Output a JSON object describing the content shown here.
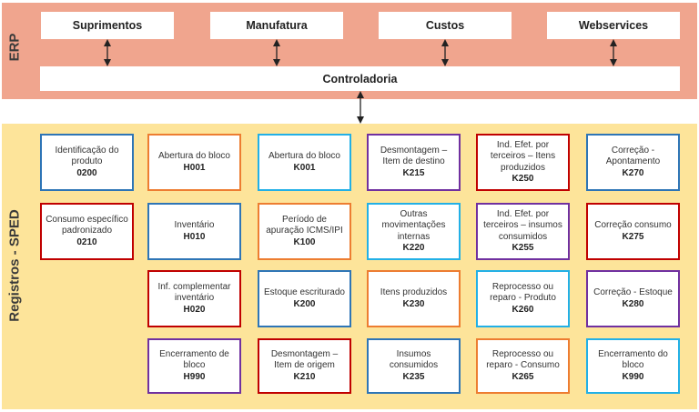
{
  "erp": {
    "label": "ERP",
    "modules": [
      "Suprimentos",
      "Manufatura",
      "Custos",
      "Webservices"
    ],
    "controladoria": "Controladoria"
  },
  "sped": {
    "label": "Registros - SPED",
    "colors": {
      "blue": "#2e75b6",
      "orange": "#ed7d31",
      "cyan": "#22b0e6",
      "purple": "#7030a0",
      "red": "#c00000",
      "band_erp": "#f0a58e",
      "band_sped": "#fde49a"
    },
    "boxes": [
      {
        "title": "Identificação do produto",
        "code": "0200",
        "color": "blue"
      },
      {
        "title": "Abertura do bloco",
        "code": "H001",
        "color": "orange"
      },
      {
        "title": "Abertura do bloco",
        "code": "K001",
        "color": "cyan"
      },
      {
        "title": "Desmontagem – Item de destino",
        "code": "K215",
        "color": "purple"
      },
      {
        "title": "Ind. Efet. por terceiros – Itens produzidos",
        "code": "K250",
        "color": "red"
      },
      {
        "title": "Correção - Apontamento",
        "code": "K270",
        "color": "blue"
      },
      {
        "title": "Consumo específico padronizado",
        "code": "0210",
        "color": "red"
      },
      {
        "title": "Inventário",
        "code": "H010",
        "color": "blue"
      },
      {
        "title": "Período de apuração ICMS/IPI",
        "code": "K100",
        "color": "orange"
      },
      {
        "title": "Outras movimentações internas",
        "code": "K220",
        "color": "cyan"
      },
      {
        "title": "Ind. Efet. por terceiros – insumos consumidos",
        "code": "K255",
        "color": "purple"
      },
      {
        "title": "Correção consumo",
        "code": "K275",
        "color": "red"
      },
      {
        "title": "Inf. complementar inventário",
        "code": "H020",
        "color": "red"
      },
      {
        "title": "Estoque escriturado",
        "code": "K200",
        "color": "blue"
      },
      {
        "title": "Itens produzidos",
        "code": "K230",
        "color": "orange"
      },
      {
        "title": "Reprocesso ou reparo - Produto",
        "code": "K260",
        "color": "cyan"
      },
      {
        "title": "Correção - Estoque",
        "code": "K280",
        "color": "purple"
      },
      {
        "title": "Encerramento de bloco",
        "code": "H990",
        "color": "purple"
      },
      {
        "title": "Desmontagem – Item de origem",
        "code": "K210",
        "color": "red"
      },
      {
        "title": "Insumos consumidos",
        "code": "K235",
        "color": "blue"
      },
      {
        "title": "Reprocesso ou reparo - Consumo",
        "code": "K265",
        "color": "orange"
      },
      {
        "title": "Encerramento do bloco",
        "code": "K990",
        "color": "cyan"
      }
    ]
  }
}
